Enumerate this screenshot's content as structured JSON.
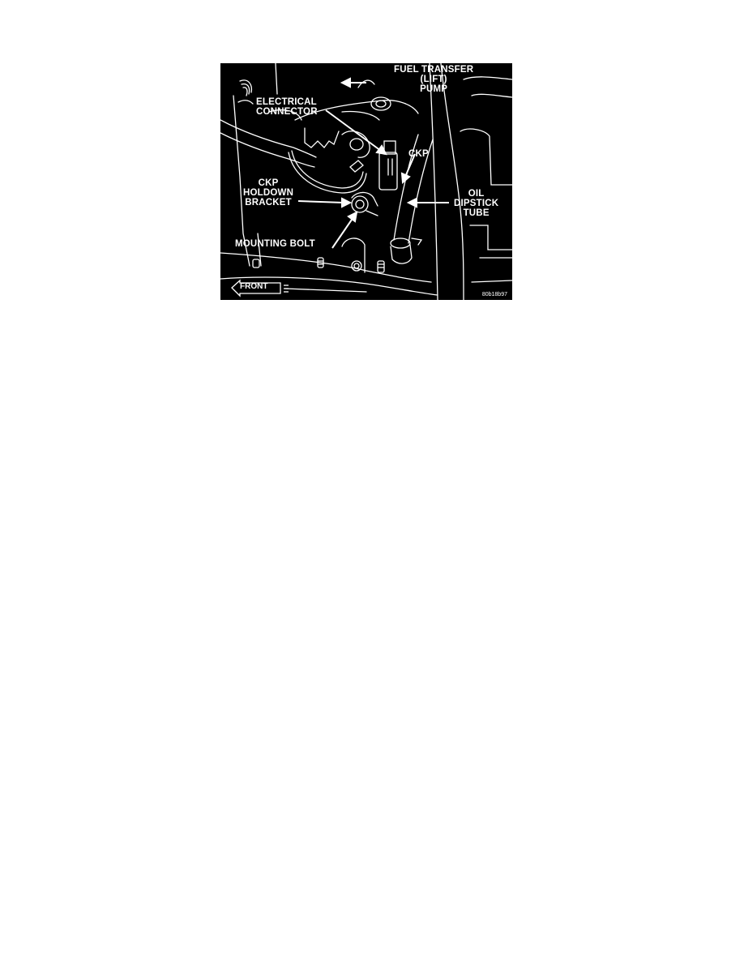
{
  "figure": {
    "labels": {
      "fuel_transfer_pump": [
        "FUEL TRANSFER",
        "(LIFT)",
        "PUMP"
      ],
      "electrical_connector": [
        "ELECTRICAL",
        "CONNECTOR"
      ],
      "ckp": "CKP",
      "ckp_holdown_bracket": [
        "CKP",
        "HOLDOWN",
        "BRACKET"
      ],
      "oil_dipstick_tube": [
        "OIL",
        "DIPSTICK",
        "TUBE"
      ],
      "mounting_bolt": "MOUNTING BOLT",
      "front": "FRONT"
    },
    "figure_code": "80b18b97",
    "colors": {
      "background": "#000000",
      "lines": "#ffffff",
      "page": "#ffffff"
    }
  }
}
